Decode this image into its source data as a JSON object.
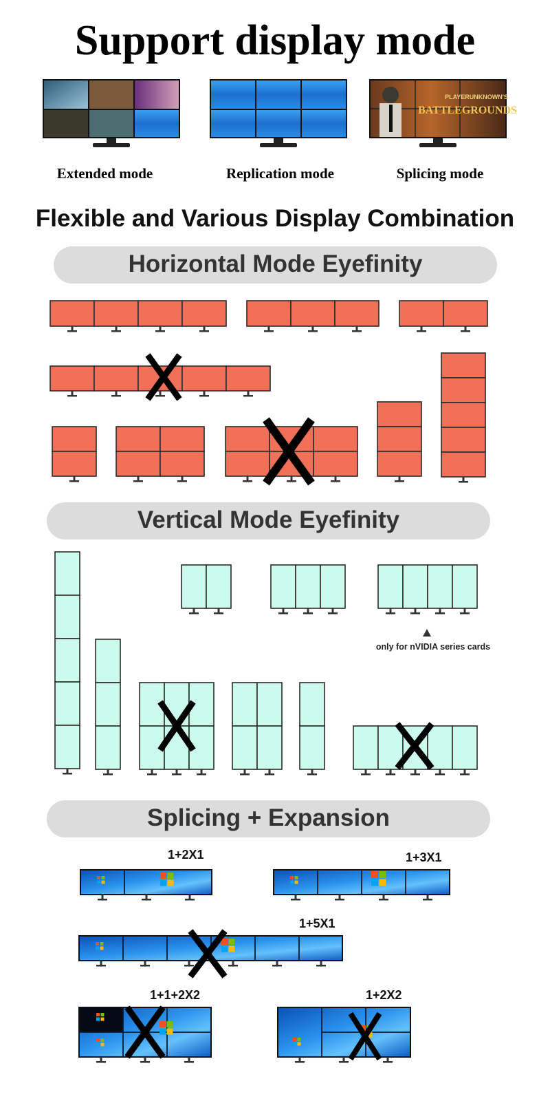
{
  "header": {
    "title": "Support display mode",
    "modes": [
      {
        "label": "Extended mode"
      },
      {
        "label": "Replication mode"
      },
      {
        "label": "Splicing mode"
      }
    ],
    "splicing_screen_text": [
      "PLAYERUNKNOWN'S",
      "BATTLEGROUNDS"
    ]
  },
  "subtitle": "Flexible and Various Display Combination",
  "sections": {
    "horizontal": {
      "title": "Horizontal Mode Eyefinity"
    },
    "vertical": {
      "title": "Vertical Mode Eyefinity",
      "note": "only for nVIDIA series cards"
    },
    "splicing": {
      "title": "Splicing + Expansion",
      "labels": [
        "1+2X1",
        "1+3X1",
        "1+5X1",
        "1+1+2X2",
        "1+2X2"
      ]
    }
  },
  "colors": {
    "horizontal_panel": "#f07058",
    "vertical_panel": "#ccfbee",
    "pill_bg": "#dcdcdc",
    "win_blue": "#1e7ee0"
  }
}
